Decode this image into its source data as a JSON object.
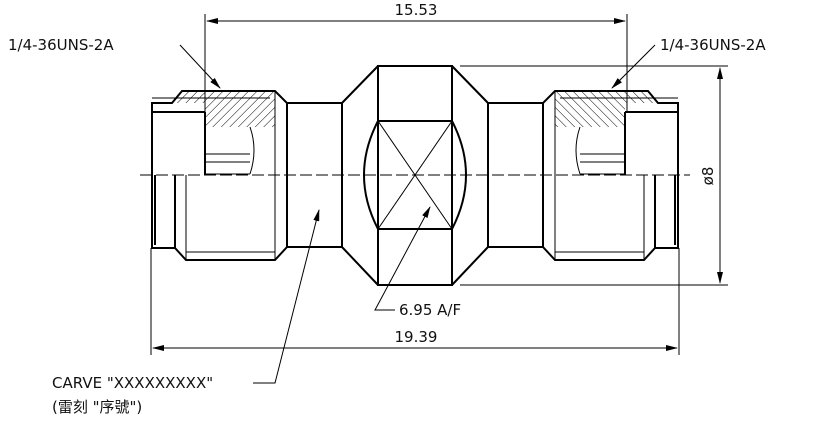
{
  "dimensions": {
    "overall_length": "15.53",
    "total_length": "19.39",
    "diameter": "ø8",
    "across_flats": "6.95 A/F"
  },
  "callouts": {
    "thread_left": "1/4-36UNS-2A",
    "thread_right": "1/4-36UNS-2A",
    "carve_line1": "CARVE  \"XXXXXXXXX\"",
    "carve_line2": "(雷刻 \"序號\")"
  }
}
